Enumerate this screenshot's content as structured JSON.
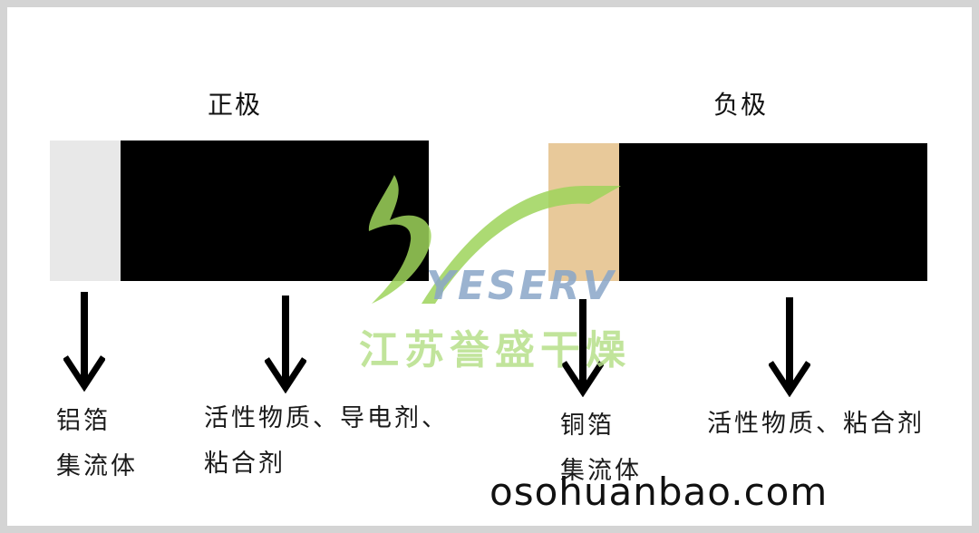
{
  "positive": {
    "title": "正极",
    "collector_color": "#e8e8e8",
    "active_color": "#000000",
    "label_collector": [
      "铝箔",
      "集流体"
    ],
    "label_active": [
      "活性物质、导电剂、",
      "粘合剂"
    ]
  },
  "negative": {
    "title": "负极",
    "collector_color": "#e8c99a",
    "active_color": "#000000",
    "label_collector": [
      "铜箔",
      "集流体"
    ],
    "label_active": [
      "活性物质、粘合剂"
    ]
  },
  "watermark": {
    "brand": "YESERV",
    "company": "江苏誉盛干燥",
    "color": "#9ed35a"
  },
  "footer_site": "osohuanbao.com"
}
